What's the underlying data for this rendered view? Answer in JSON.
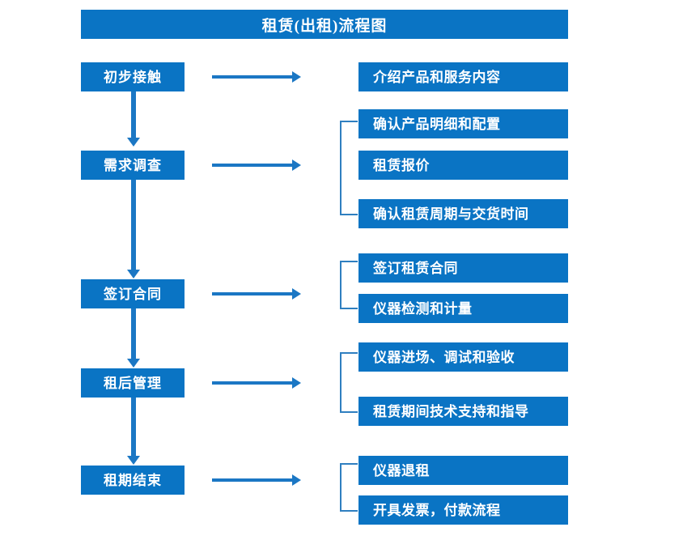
{
  "diagram": {
    "title": "租赁(出租)流程图",
    "accent_color": "#0a74c4",
    "arrow_color": "#1b77c4",
    "bracket_color": "#2f7fc0",
    "text_color": "#ffffff",
    "background_color": "#ffffff"
  },
  "stages": [
    {
      "id": "initial-contact",
      "label": "初步接触",
      "details": [
        {
          "label": "介绍产品和服务内容"
        }
      ],
      "bracket": false
    },
    {
      "id": "needs-survey",
      "label": "需求调查",
      "details": [
        {
          "label": "确认产品明细和配置"
        },
        {
          "label": "租赁报价"
        },
        {
          "label": "确认租赁周期与交货时间"
        }
      ],
      "bracket": true
    },
    {
      "id": "sign-contract",
      "label": "签订合同",
      "details": [
        {
          "label": "签订租赁合同"
        },
        {
          "label": "仪器检测和计量"
        }
      ],
      "bracket": true
    },
    {
      "id": "post-rental-management",
      "label": "租后管理",
      "details": [
        {
          "label": "仪器进场、调试和验收"
        },
        {
          "label": "租赁期间技术支持和指导"
        }
      ],
      "bracket": true
    },
    {
      "id": "rental-end",
      "label": "租期结束",
      "details": [
        {
          "label": "仪器退租"
        },
        {
          "label": "开具发票，付款流程"
        }
      ],
      "bracket": true
    }
  ]
}
